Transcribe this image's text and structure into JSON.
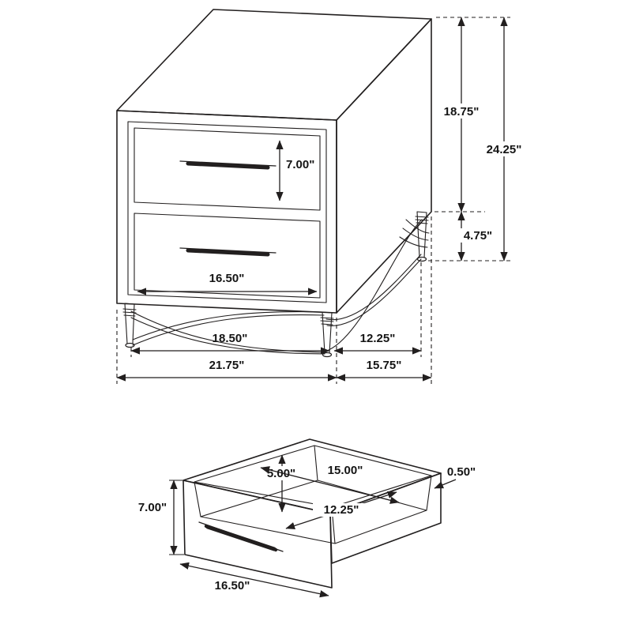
{
  "figure": {
    "background": "#ffffff",
    "line_color": "#221f1f",
    "label_color": "#141414",
    "description": "Two-drawer nightstand dimension diagram with exploded drawer box"
  },
  "nightstand": {
    "labels": {
      "drawer_face_height": "7.00\"",
      "drawer_face_width": "16.50\"",
      "case_height": "18.75\"",
      "overall_height": "24.25\"",
      "leg_height": "4.75\"",
      "front_leg_span": "18.50\"",
      "side_leg_span": "12.25\"",
      "overall_width": "21.75\"",
      "overall_depth": "15.75\""
    }
  },
  "drawer_box": {
    "labels": {
      "interior_height": "5.00\"",
      "interior_width": "15.00\"",
      "wall_thickness": "0.50\"",
      "interior_depth": "12.25\"",
      "front_height": "7.00\"",
      "front_width": "16.50\""
    }
  }
}
